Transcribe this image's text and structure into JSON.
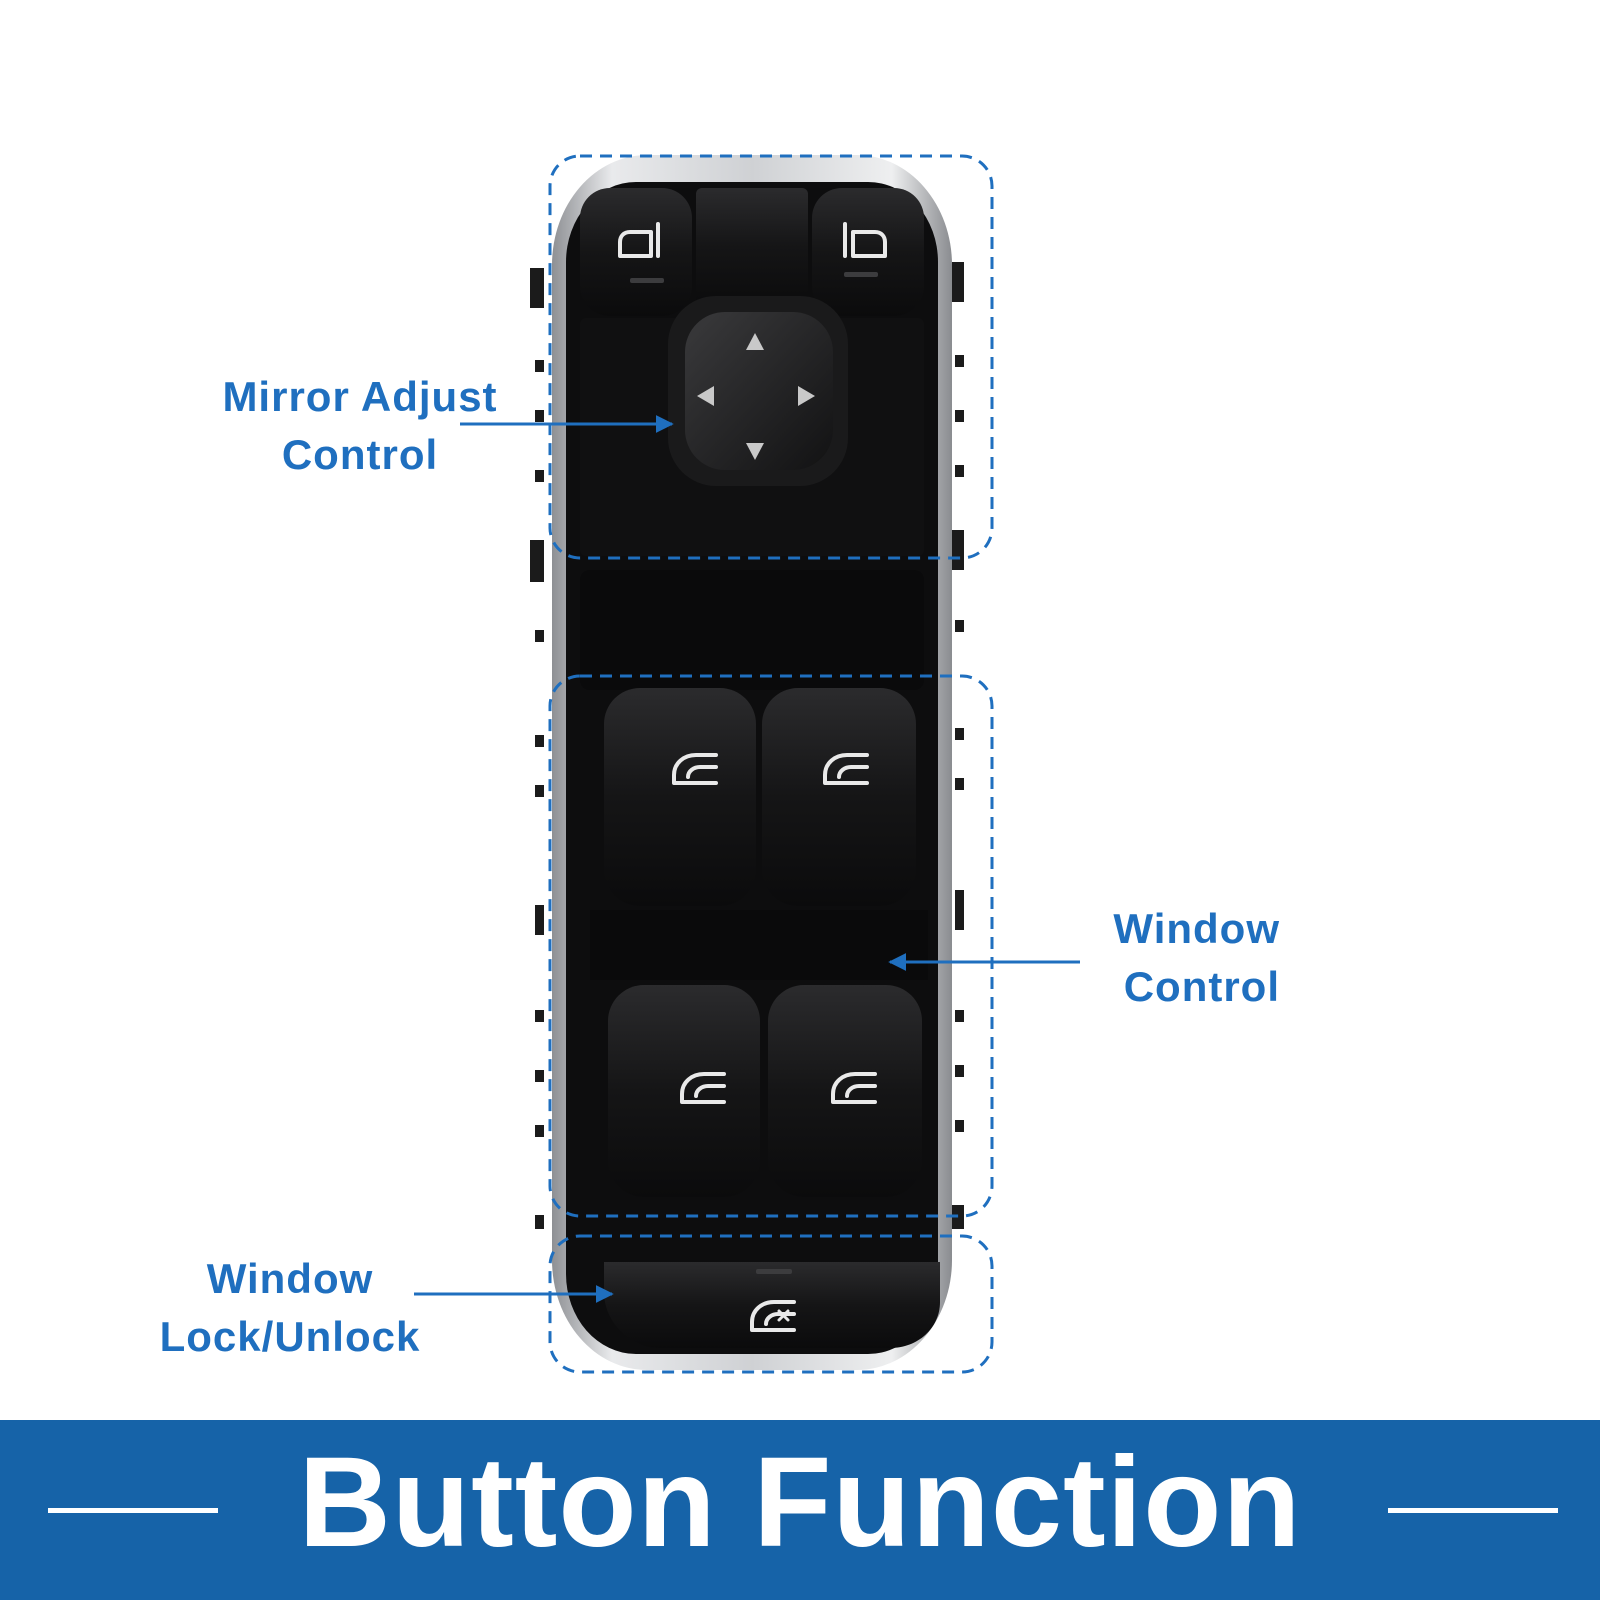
{
  "labels": {
    "mirror_adjust": [
      "Mirror Adjust",
      "Control"
    ],
    "window_control": [
      "Window",
      "Control"
    ],
    "window_lock": [
      "Window",
      "Lock/Unlock"
    ]
  },
  "banner": {
    "title": "Button Function"
  },
  "colors": {
    "accent_blue": "#1f6fbf",
    "banner_blue": "#1663a8",
    "switch_black": "#121212",
    "bezel_silver": "#c9cbce"
  },
  "icons": {
    "mirror_left": "left-mirror-select-icon",
    "mirror_right": "right-mirror-select-icon",
    "mirror_pad": "four-direction-arrows-icon",
    "window": "window-up-down-icon",
    "window_lock": "window-lock-icon"
  }
}
